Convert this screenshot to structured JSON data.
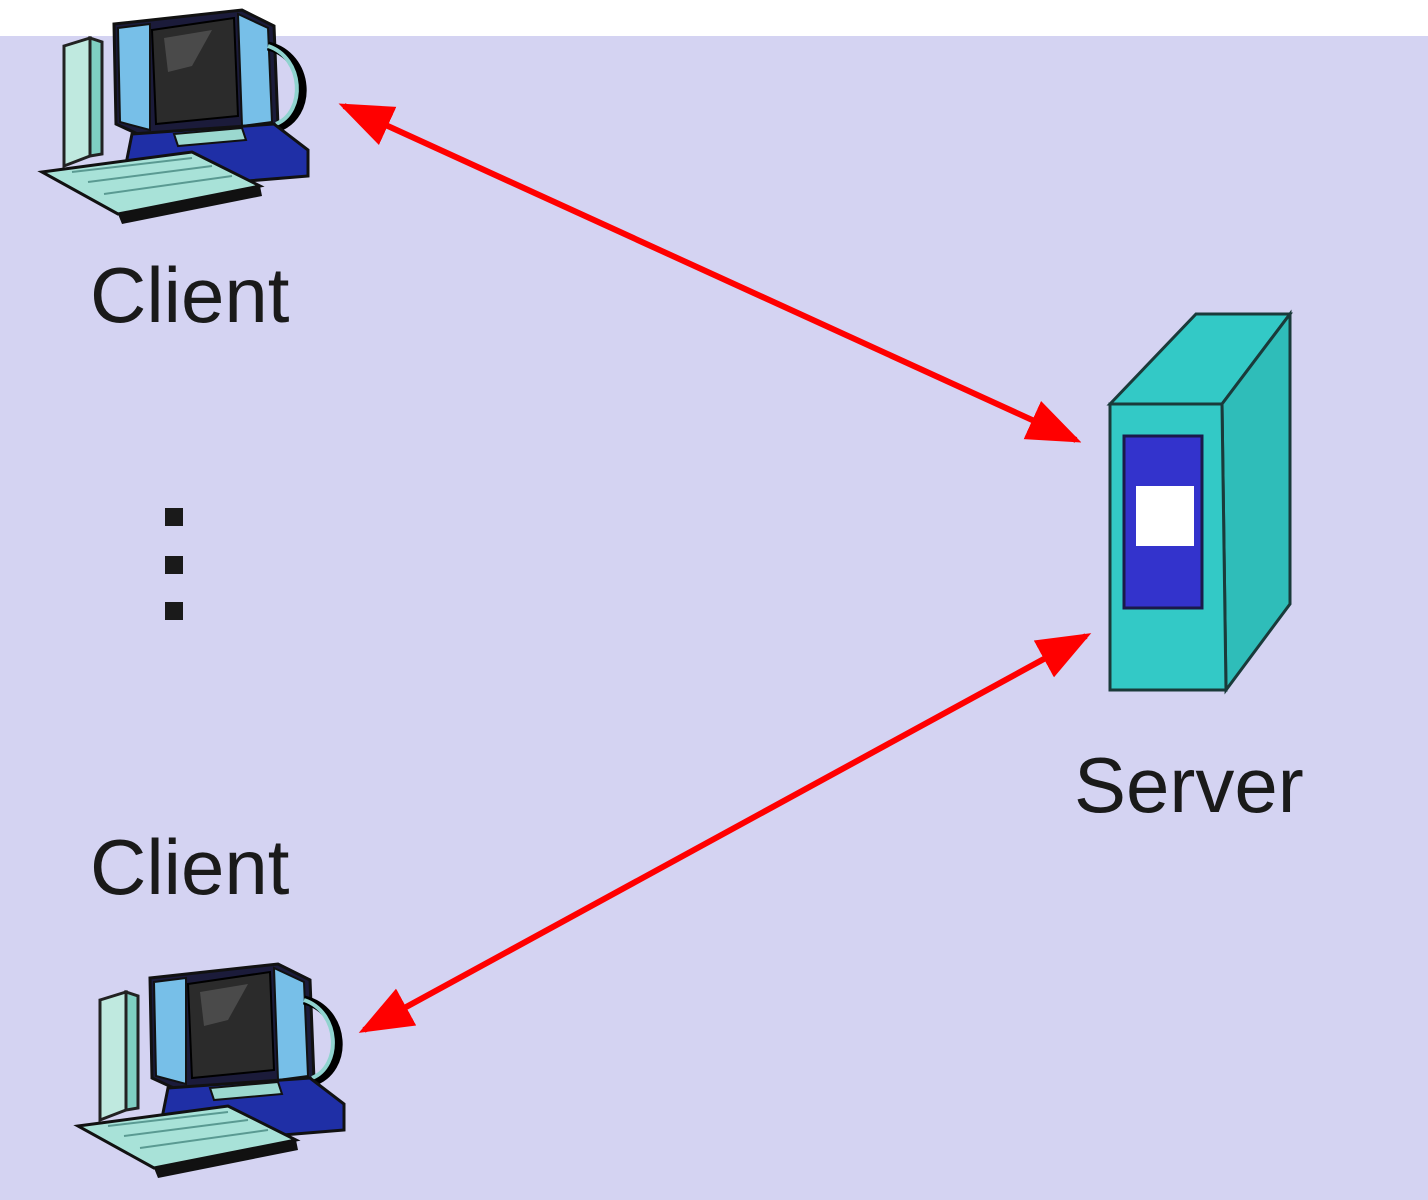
{
  "diagram": {
    "clients": [
      {
        "label": "Client",
        "icon": "client-computer-icon"
      },
      {
        "label": "Client",
        "icon": "client-computer-icon"
      }
    ],
    "server": {
      "label": "Server",
      "icon": "server-tower-icon"
    },
    "ellipsis": "⋮",
    "connections": [
      {
        "from": "Client",
        "to": "Server",
        "bidirectional": true
      },
      {
        "from": "Client",
        "to": "Server",
        "bidirectional": true
      }
    ]
  },
  "colors": {
    "background": "#d4d3f2",
    "arrow": "#ff0000",
    "server_body": "#33c9c6",
    "server_panel": "#3333cc",
    "monitor_frame": "#6fb7e8",
    "keyboard": "#a8e2d8"
  }
}
